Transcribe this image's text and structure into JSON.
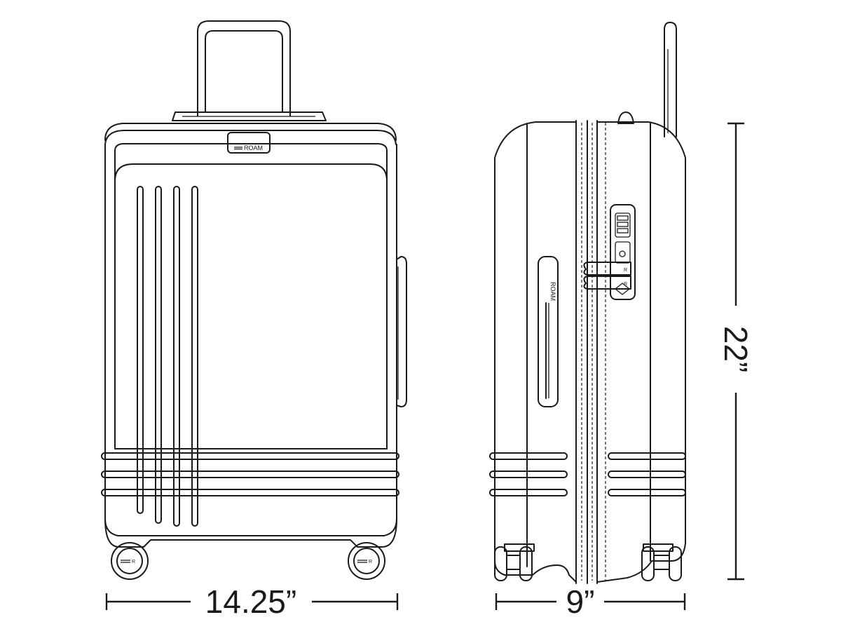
{
  "brand": "ROAM",
  "wheel_mark": "R",
  "lock_mark": "R",
  "dimensions": {
    "width": "14.25”",
    "depth": "9”",
    "height": "22”"
  }
}
